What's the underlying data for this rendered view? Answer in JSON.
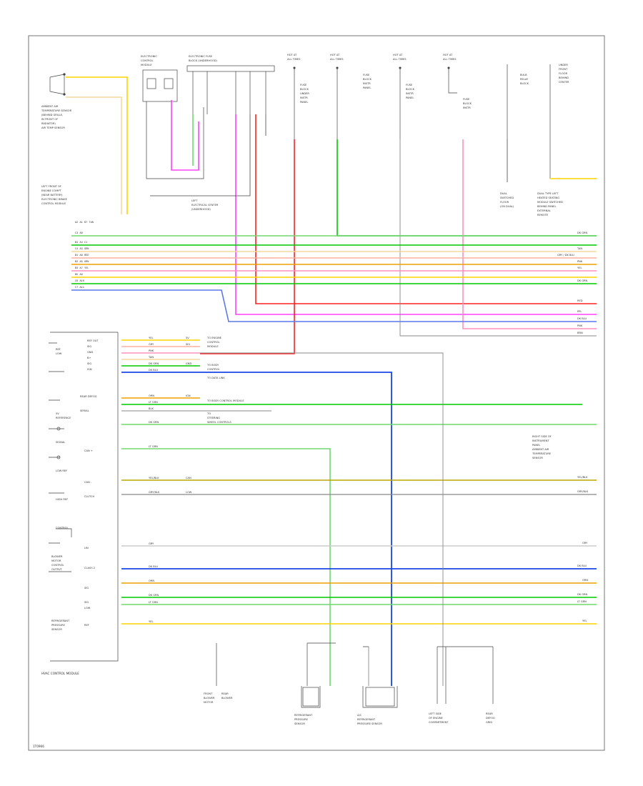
{
  "colors": {
    "yellow": "#ffd400",
    "tan": "#f5d79c",
    "green": "#00c800",
    "lt_green": "#6fd86f",
    "orange": "#f0a000",
    "pink": "#ff90c0",
    "red": "#ff2020",
    "blue": "#1a46e6",
    "lt_blue": "#5a78e8",
    "magenta": "#ff40ff",
    "violet": "#c070ff",
    "gray": "#9a9a9a",
    "black": "#000000",
    "olive": "#b8a800",
    "dk_green": "#009a00"
  },
  "labels": {
    "module_name": "HVAC CONTROL MODULE",
    "wire_tan": "TAN",
    "wire_yel": "YEL",
    "wire_gry": "GRY",
    "wire_dkblu": "DK BLU",
    "wire_blk": "BLK",
    "wire_grn": "DK GRN",
    "wire_ppl": "PPL",
    "wire_pnk": "PNK",
    "wire_red": "RED",
    "wire_brn": "BRN",
    "wire_ltgrn": "LT GRN",
    "footer_code": "1T0966"
  }
}
